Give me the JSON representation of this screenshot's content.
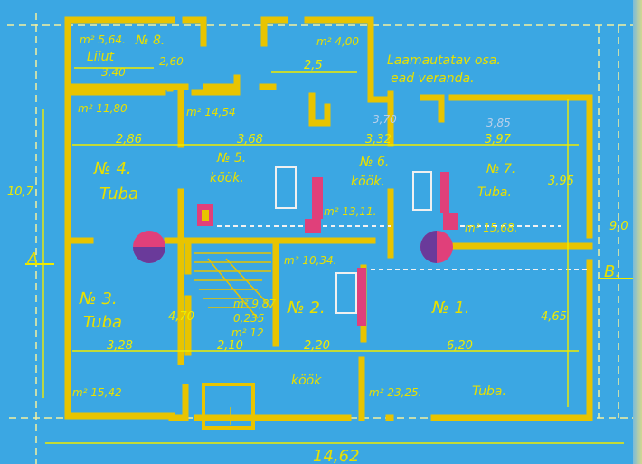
{
  "image": {
    "subject": "blueprint floor plan",
    "colors": {
      "paper": "#3ba7e3",
      "walls": "#e8c400",
      "text": "#e8e000",
      "stoves": "#e0407a"
    }
  },
  "labels": {
    "room8_no": "№ 8.",
    "room8_area": "m² 5,64.",
    "room8_name": "Liiut",
    "room8_w1": "3,40",
    "room8_w2": "2,60",
    "dim_2_5": "2,5",
    "area_4_00": "m² 4,00",
    "veranda_1": "Laamautatav osa.",
    "veranda_2": "ead veranda.",
    "area_11_80": "m² 11,80",
    "area_14_54": "m² 14,54",
    "dim_3_70": "3,70",
    "dim_3_85": "3,85",
    "dim_2_86": "2,86",
    "dim_3_68": "3,68",
    "dim_3_32": "3,32",
    "dim_3_97": "3,97",
    "room4_no": "№ 4.",
    "room4_name": "Tuba",
    "room5_no": "№ 5.",
    "room5_name": "köök.",
    "room6_no": "№ 6.",
    "room6_name": "köök.",
    "room7_no": "№ 7.",
    "room7_name": "Tuba.",
    "dim_3_95": "3,95",
    "dim_10_7": "10,7",
    "dim_9_0": "9,0",
    "area_13_11": "m² 13,11.",
    "area_15_68": "m² 15,68.",
    "mark_a": "A",
    "mark_b": "B.",
    "area_10_34": "m² 10,34.",
    "room3_no": "№ 3.",
    "room3_name": "Tuba",
    "stair_1": "m² 9,87",
    "stair_2": "0,235",
    "stair_3": "m² 12",
    "room2_no": "№ 2.",
    "room1_no": "№ 1.",
    "dim_4_70": "4,70",
    "dim_4_65": "4,65",
    "dim_3_28": "3,28",
    "dim_2_10": "2,10",
    "dim_2_20": "2,20",
    "dim_6_20": "6,20",
    "kitchen_2": "köök",
    "area_15_42": "m² 15,42",
    "area_23_25": "m² 23,25.",
    "room1_name": "Tuba.",
    "dim_total": "14,62"
  }
}
